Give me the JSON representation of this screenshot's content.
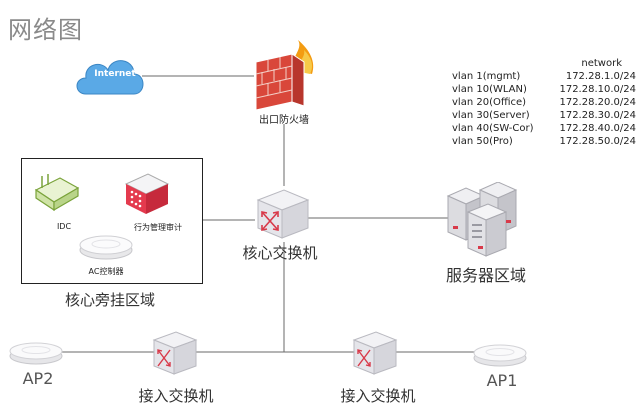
{
  "title": "网络图",
  "internet": {
    "label": "Internet"
  },
  "firewall": {
    "label": "出口防火墙"
  },
  "core_switch": {
    "label": "核心交换机"
  },
  "server_zone": {
    "label": "服务器区域"
  },
  "side_zone": {
    "label": "核心旁挂区域",
    "devices": [
      {
        "label": "IDC"
      },
      {
        "label": "行为管理审计"
      },
      {
        "label": "AC控制器"
      }
    ]
  },
  "access_switches": [
    {
      "label": "接入交换机"
    },
    {
      "label": "接入交换机"
    }
  ],
  "access_points": [
    {
      "label": "AP2"
    },
    {
      "label": "AP1"
    }
  ],
  "network_table": {
    "header": "network",
    "rows": [
      {
        "name": "vlan 1(mgmt)",
        "subnet": "172.28.1.0/24"
      },
      {
        "name": "vlan 10(WLAN)",
        "subnet": "172.28.10.0/24"
      },
      {
        "name": "vlan  20(Office)",
        "subnet": "172.28.20.0/24"
      },
      {
        "name": "vlan  30(Server)",
        "subnet": "172.28.30.0/24"
      },
      {
        "name": "vlan  40(SW-Cor)",
        "subnet": "172.28.40.0/24"
      },
      {
        "name": "vlan  50(Pro)",
        "subnet": "172.28.50.0/24"
      }
    ]
  },
  "colors": {
    "cloud": "#5aa9e6",
    "firewall_brick": "#d9473a",
    "flame": "#f39c12",
    "switch_body": "#e8e8ec",
    "switch_arrow": "#d83a4a",
    "server_body": "#d8d8dc",
    "wire": "#666666"
  }
}
